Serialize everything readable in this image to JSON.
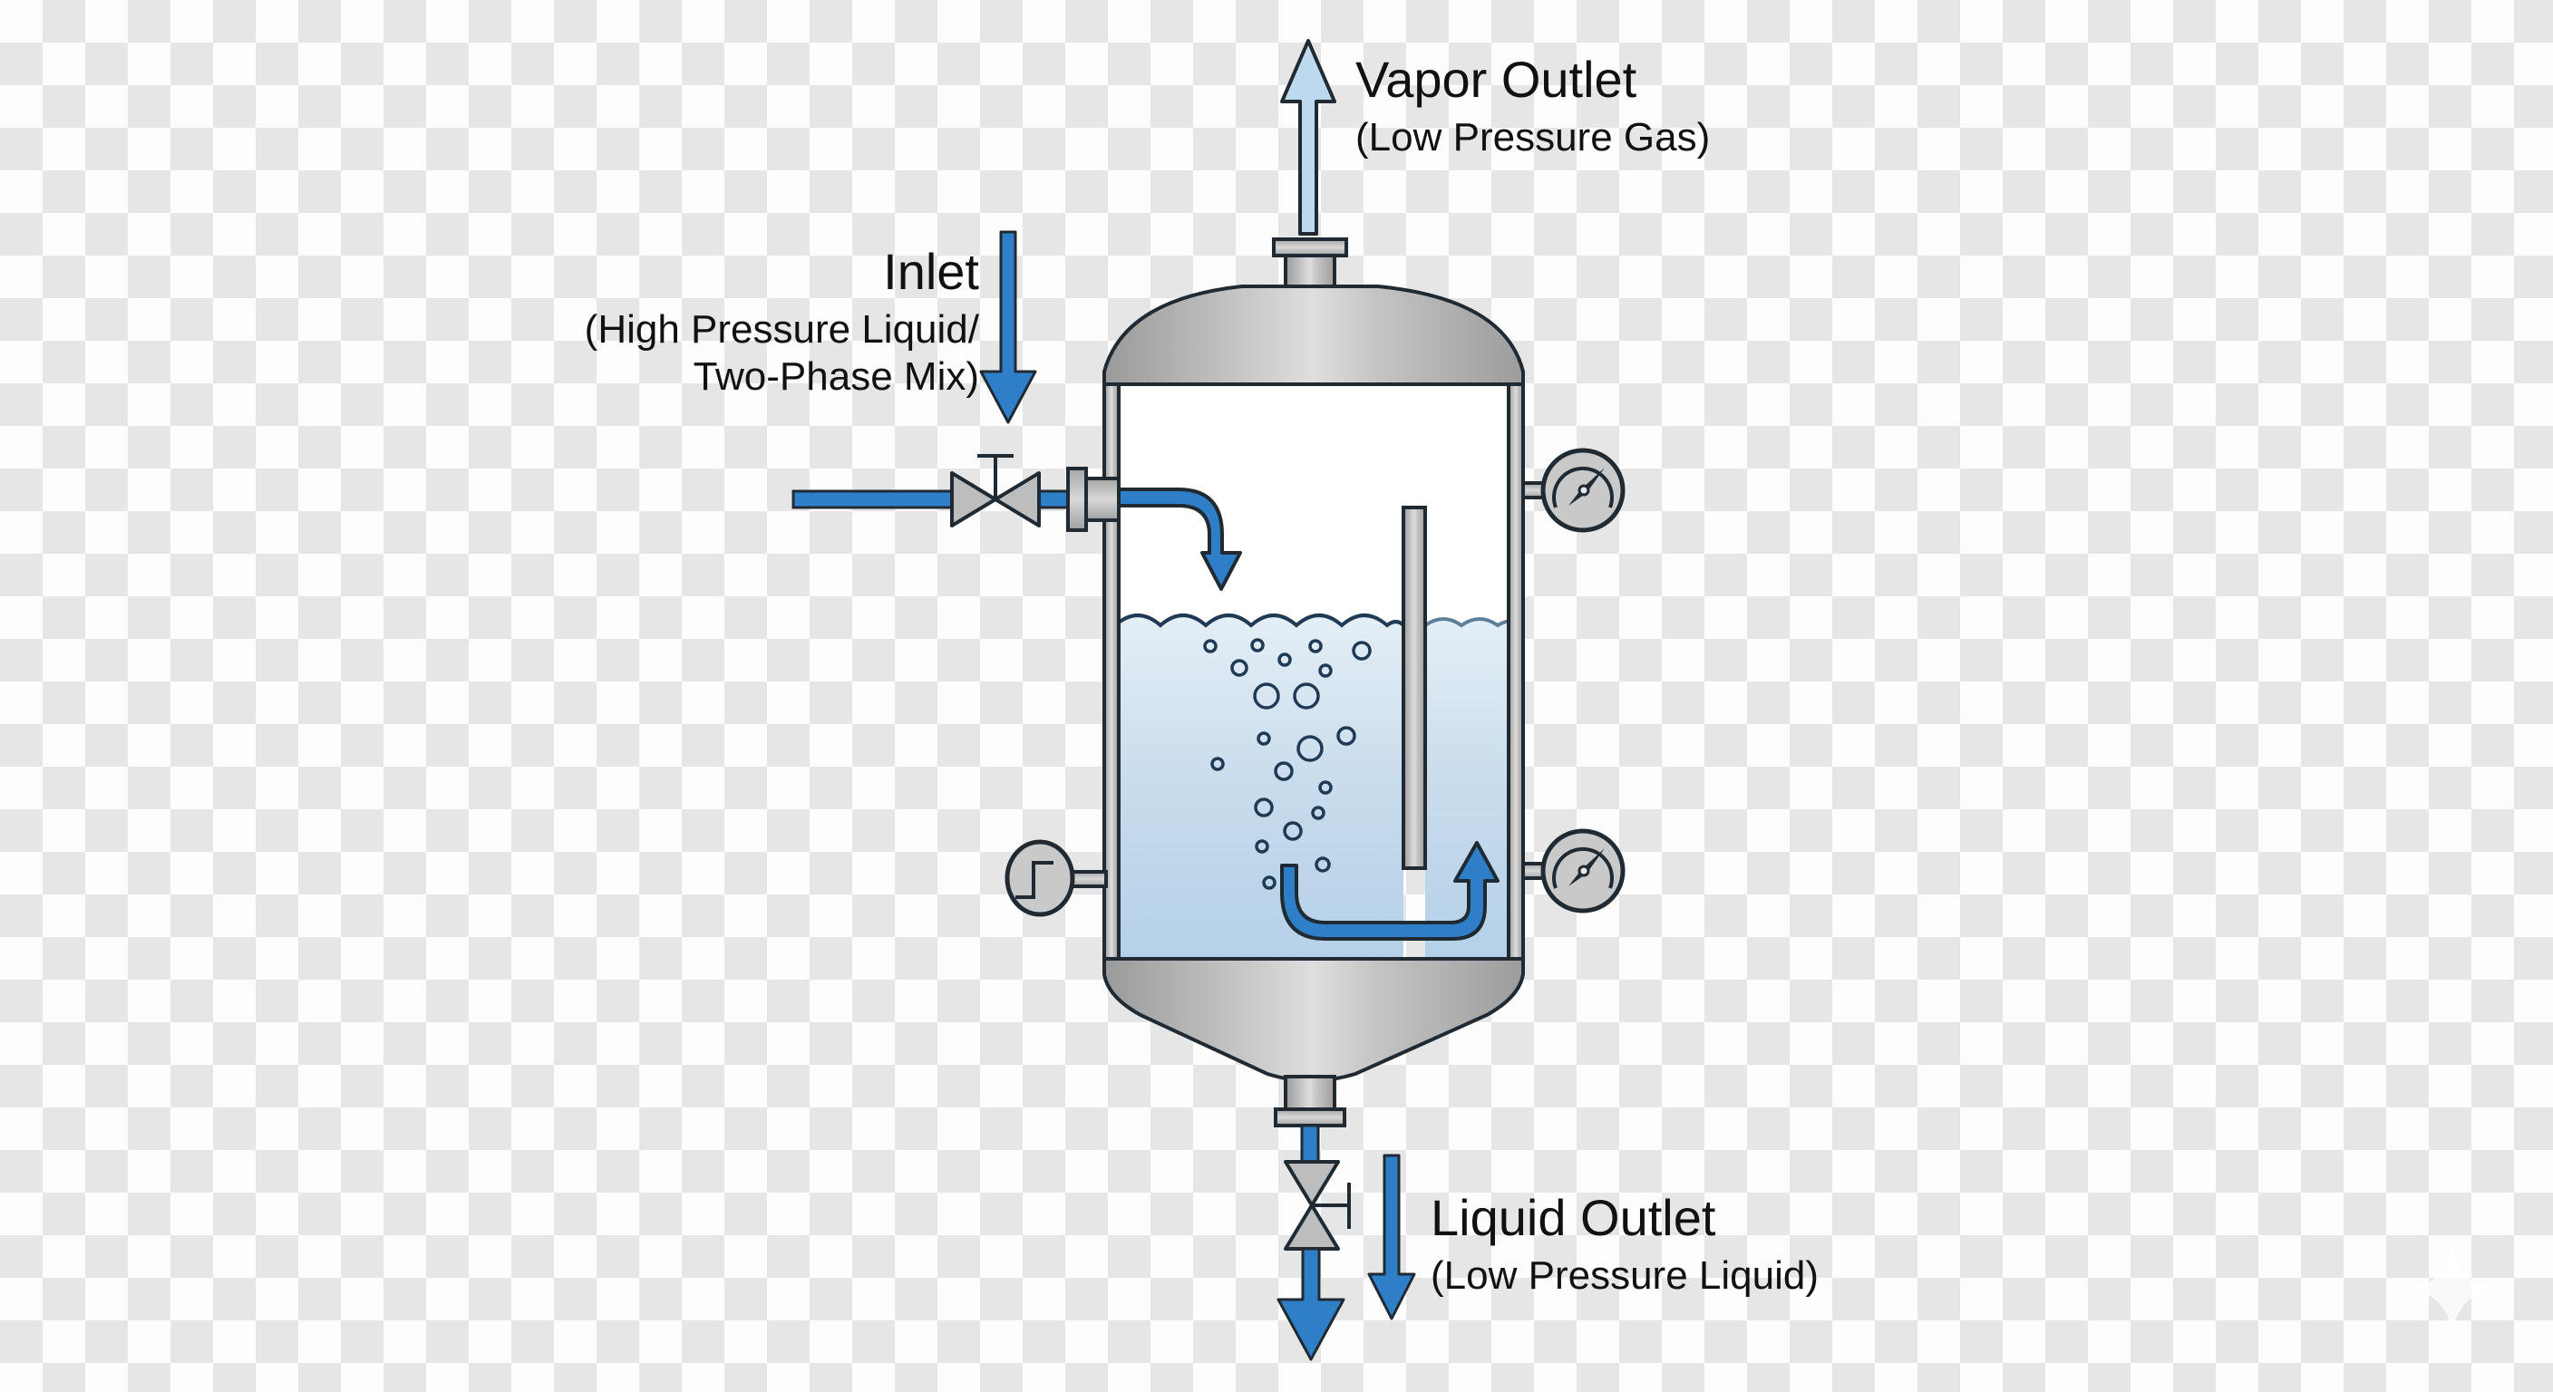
{
  "diagram": {
    "title": "Flash Drum / Vapor-Liquid Separator",
    "labels": {
      "vapor_outlet": {
        "title": "Vapor Outlet",
        "subtitle": "(Low Pressure Gas)"
      },
      "inlet": {
        "title": "Inlet",
        "subtitle_line1": "(High Pressure Liquid/",
        "subtitle_line2": "Two-Phase Mix)"
      },
      "liquid_outlet": {
        "title": "Liquid Outlet",
        "subtitle": "(Low Pressure Liquid)"
      }
    },
    "components": {
      "vessel": "separator-vessel",
      "inlet_valve": "gate-valve",
      "outlet_valve": "gate-valve",
      "pressure_gauge_top": "pressure-gauge",
      "pressure_gauge_bottom": "pressure-gauge",
      "level_switch": "level-switch",
      "baffle": "internal-baffle",
      "watermark": "sparkle-watermark"
    },
    "colors": {
      "flow_blue": "#2f7fc8",
      "vapor_blue": "#bcd9ee",
      "steel": "#b9b9b9",
      "liquid": "#cfe2f0",
      "outline": "#1f2a33"
    }
  }
}
